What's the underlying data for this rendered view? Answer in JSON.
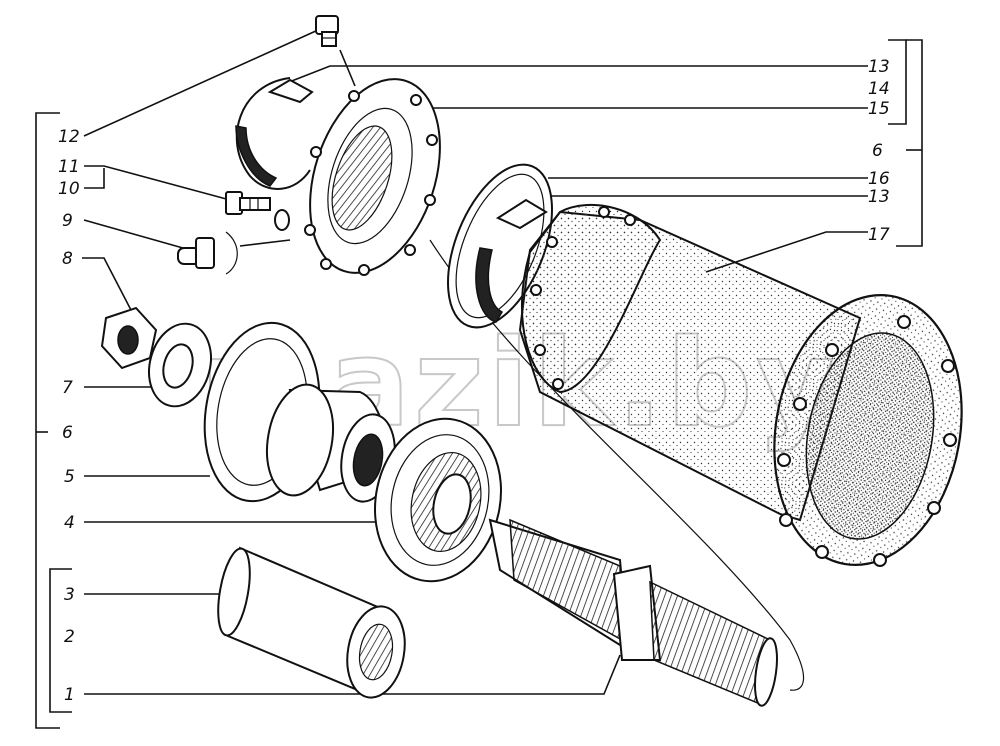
{
  "watermark": "mazik.by",
  "labels": [
    {
      "id": "1",
      "text": "1"
    },
    {
      "id": "2",
      "text": "2"
    },
    {
      "id": "3",
      "text": "3"
    },
    {
      "id": "4",
      "text": "4"
    },
    {
      "id": "5",
      "text": "5"
    },
    {
      "id": "6a",
      "text": "6"
    },
    {
      "id": "6b",
      "text": "6"
    },
    {
      "id": "7",
      "text": "7"
    },
    {
      "id": "8",
      "text": "8"
    },
    {
      "id": "9",
      "text": "9"
    },
    {
      "id": "10",
      "text": "10"
    },
    {
      "id": "11",
      "text": "11"
    },
    {
      "id": "12",
      "text": "12"
    },
    {
      "id": "13a",
      "text": "13"
    },
    {
      "id": "13b",
      "text": "13"
    },
    {
      "id": "14",
      "text": "14"
    },
    {
      "id": "15",
      "text": "15"
    },
    {
      "id": "16",
      "text": "16"
    },
    {
      "id": "17",
      "text": "17"
    }
  ]
}
